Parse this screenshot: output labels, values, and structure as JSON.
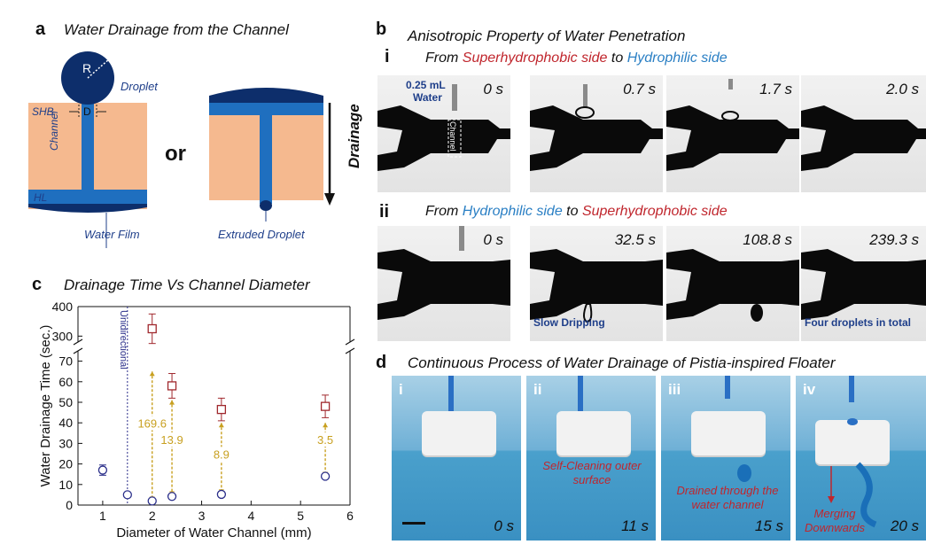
{
  "panel_a": {
    "label": "a",
    "title": "Water Drainage from the Channel",
    "r_label": "R",
    "d_label": "D",
    "droplet_label": "Droplet",
    "shb_label": "SHB",
    "channel_label": "Channel",
    "hl_label": "HL",
    "water_film_label": "Water Film",
    "or_label": "or",
    "drainage_label": "Drainage",
    "extruded_label": "Extruded Droplet",
    "colors": {
      "substrate": "#f5b98f",
      "water": "#1f6fbf",
      "droplet": "#0d2e6b"
    }
  },
  "panel_b": {
    "label": "b",
    "title": "Anisotropic Property of Water Penetration",
    "row1": {
      "label": "i",
      "prefix": "From ",
      "side_a": "Superhydrophobic side",
      "middle": " to ",
      "side_b": "Hydrophilic side",
      "annotation_volume": "0.25 mL",
      "annotation_water": "Water",
      "annotation_channel": "Channel",
      "times": [
        "0 s",
        "0.7 s",
        "1.7 s",
        "2.0 s"
      ]
    },
    "row2": {
      "label": "ii",
      "prefix": "From ",
      "side_a": "Hydrophilic side",
      "middle": " to ",
      "side_b": "Superhydrophobic side",
      "times": [
        "0 s",
        "32.5 s",
        "108.8 s",
        "239.3 s"
      ],
      "slow_dripping": "Slow Dripping",
      "four_droplets": "Four droplets in total"
    }
  },
  "panel_c": {
    "label": "c"
  },
  "panel_d": {
    "label": "d",
    "title": "Continuous Process of Water Drainage of Pistia-inspired Floater",
    "frames": [
      {
        "label": "i",
        "time": "0 s",
        "caption": ""
      },
      {
        "label": "ii",
        "time": "11 s",
        "caption": "Self-Cleaning outer surface"
      },
      {
        "label": "iii",
        "time": "15 s",
        "caption": "Drained through the water channel"
      },
      {
        "label": "iv",
        "time": "20 s",
        "caption": "Merging Downwards"
      }
    ]
  },
  "chart_data": {
    "type": "scatter",
    "title": "Drainage Time Vs Channel Diameter",
    "xlabel": "Diameter of Water Channel (mm)",
    "ylabel": "Water Drainage Time (sec.)",
    "xlim": [
      0.5,
      6
    ],
    "xticks": [
      1,
      2,
      3,
      4,
      5,
      6
    ],
    "ylim_lower": [
      0,
      75
    ],
    "yticks_lower": [
      0,
      10,
      20,
      30,
      40,
      50,
      60,
      70
    ],
    "ylim_upper": [
      280,
      400
    ],
    "yticks_upper": [
      300,
      400
    ],
    "axis_break": true,
    "unidirectional_x": 1.5,
    "unidirectional_label": "Unidirectional",
    "series": [
      {
        "marker": "square",
        "color": "#a0282d",
        "points": [
          {
            "x": 2.0,
            "y": 325,
            "err": 50
          },
          {
            "x": 2.4,
            "y": 58,
            "err": 6
          },
          {
            "x": 3.4,
            "y": 46.5,
            "err": 5.5
          },
          {
            "x": 5.5,
            "y": 48,
            "err": 5.5
          }
        ]
      },
      {
        "marker": "circle",
        "color": "#2b2f8a",
        "points": [
          {
            "x": 1.0,
            "y": 17,
            "err": 2.5
          },
          {
            "x": 1.5,
            "y": 5,
            "err": 1
          },
          {
            "x": 2.0,
            "y": 2,
            "err": 1
          },
          {
            "x": 2.4,
            "y": 4.2,
            "err": 0.8
          },
          {
            "x": 3.4,
            "y": 5.2,
            "err": 0.6
          },
          {
            "x": 5.5,
            "y": 14,
            "err": 1
          }
        ]
      }
    ],
    "ratio_annotations": [
      {
        "x": 2.0,
        "label": "169.6",
        "y_top": 65,
        "y_bottom": 2,
        "label_y": 39
      },
      {
        "x": 2.4,
        "label": "13.9",
        "y_top": 51,
        "y_bottom": 4.5,
        "label_y": 31
      },
      {
        "x": 3.4,
        "label": "8.9",
        "y_top": 40,
        "y_bottom": 5.5,
        "label_y": 24
      },
      {
        "x": 5.5,
        "label": "3.5",
        "y_top": 40,
        "y_bottom": 14,
        "label_y": 31
      }
    ],
    "annotation_color": "#c8a020"
  }
}
